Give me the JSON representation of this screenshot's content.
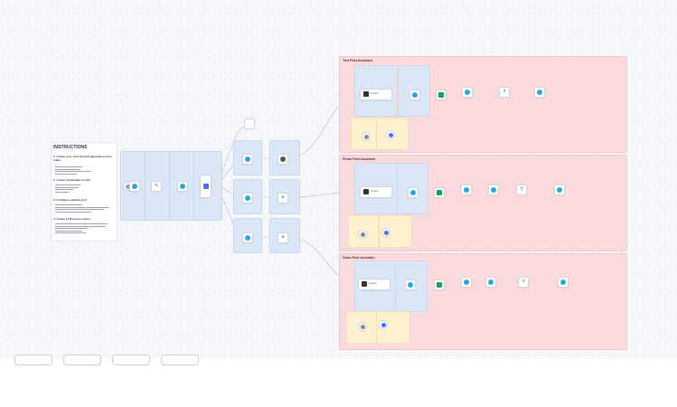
{
  "canvas": {
    "instructions": {
      "title": "INSTRUCTIONS",
      "sections": [
        "1. Create your chat bot and generate access token",
        "2. Create Credentials in n8n",
        "3. Configure upload-post",
        "4. Create LLM access token"
      ]
    },
    "groups": {
      "text": "Text Post Assistant",
      "photo": "Photo Post Assistant",
      "video": "Video Post Assistant"
    },
    "agent_label": "AI Agent",
    "colors": {
      "group_bg": "#fbdadd",
      "note_blue": "#dbe7f7",
      "note_yellow": "#fdf1cf",
      "telegram": "#2ea6da",
      "accent_green": "#1e9e5a",
      "switch_blue": "#4a6cf7"
    }
  }
}
